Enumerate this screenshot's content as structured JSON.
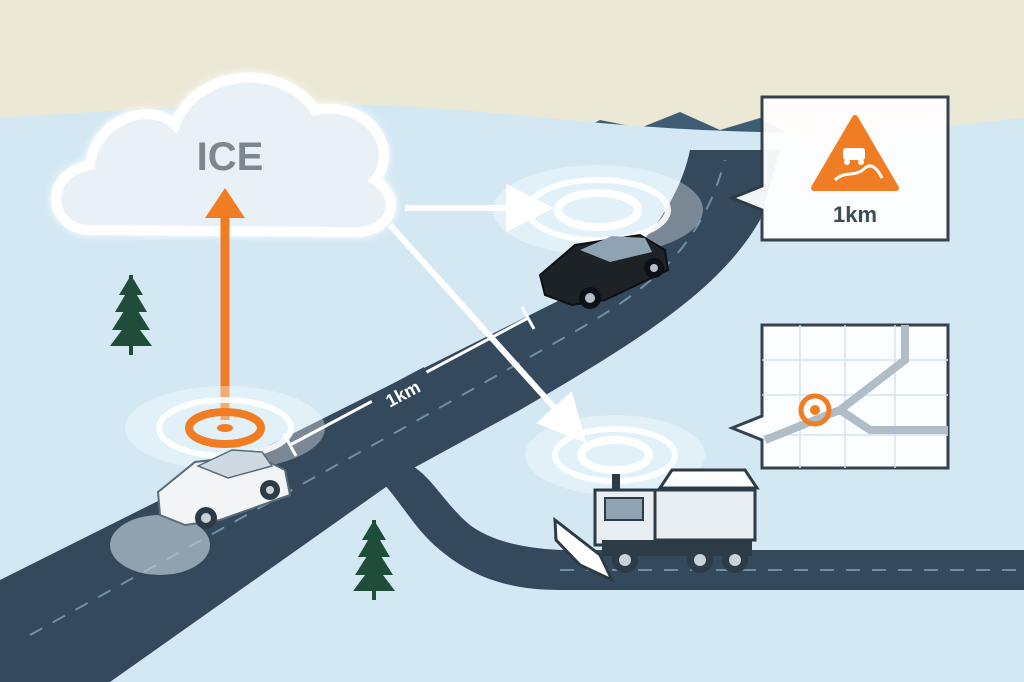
{
  "cloud": {
    "label": "ICE"
  },
  "distance": {
    "label": "1km"
  },
  "warning_bubble": {
    "distance": "1km",
    "icon": "slippery-road-warning-icon"
  },
  "map_bubble": {
    "icon": "map-location-icon"
  },
  "colors": {
    "sky": "#ece8d6",
    "snow": "#d3e8f3",
    "road": "#34495c",
    "accent_orange": "#f07d23",
    "tree": "#1f4d3a",
    "white": "#ffffff"
  },
  "actors": [
    {
      "name": "reporting-car",
      "icon": "car-icon"
    },
    {
      "name": "oncoming-car",
      "icon": "car-icon"
    },
    {
      "name": "snowplow",
      "icon": "snowplow-truck-icon"
    }
  ]
}
